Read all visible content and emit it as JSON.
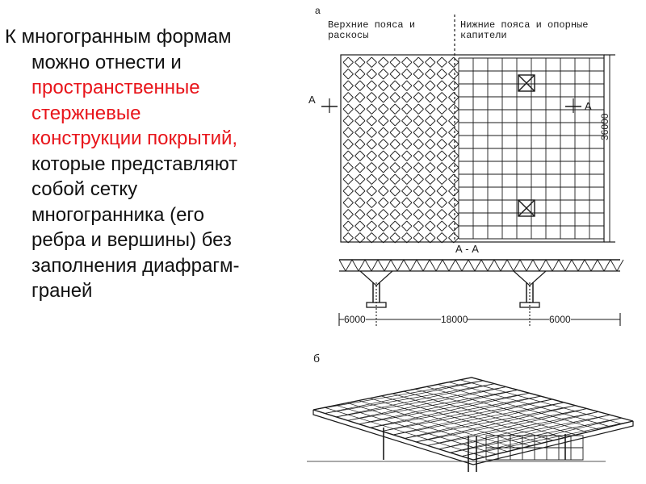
{
  "text": {
    "line1": "К многогранным формам",
    "line2": "можно отнести и",
    "line3": "пространственные",
    "line4": "стержневые",
    "line5": "конструкции покрытий,",
    "line6": "которые представляют",
    "line7": "собой сетку",
    "line8": "многогранника (его",
    "line9": "ребра и вершины) без",
    "line10": "заполнения диафрагм-",
    "line11": "граней"
  },
  "figure": {
    "label_a": "а",
    "label_b": "б",
    "upper_caption": "Верхние  пояса и раскосы",
    "lower_caption": "Нижние  пояса и опорные  капители",
    "section_left": "А",
    "section_right": "А",
    "section_title": "А - А",
    "height_dim": "36000",
    "dim_left": "6000",
    "dim_mid": "18000",
    "dim_right": "6000"
  },
  "colors": {
    "text": "#111111",
    "highlight": "#e8151b",
    "drawing": "#1a1a1a"
  }
}
